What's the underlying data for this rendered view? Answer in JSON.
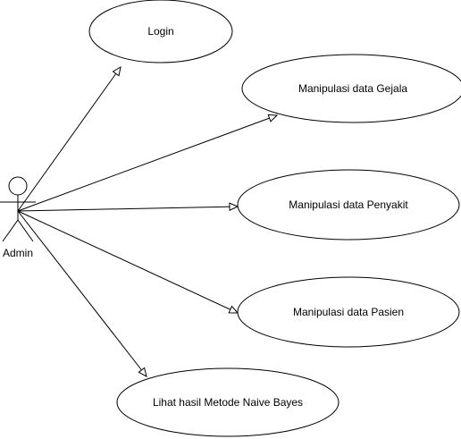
{
  "actor": {
    "name": "Admin"
  },
  "use_cases": [
    {
      "id": "login",
      "label": "Login"
    },
    {
      "id": "gejala",
      "label": "Manipulasi data Gejala"
    },
    {
      "id": "penyakit",
      "label": "Manipulasi data Penyakit"
    },
    {
      "id": "pasien",
      "label": "Manipulasi data Pasien"
    },
    {
      "id": "naive-bayes",
      "label": "Lihat hasil Metode Naive Bayes"
    }
  ],
  "colors": {
    "stroke": "#000000",
    "fill": "#ffffff"
  }
}
